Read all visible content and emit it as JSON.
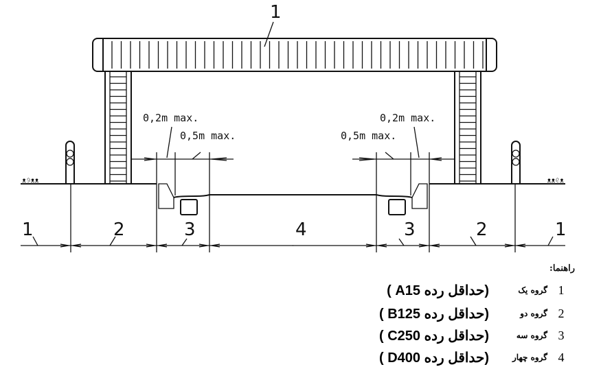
{
  "diagram": {
    "callout_top": "1",
    "dim_left": {
      "small": "0,2m max.",
      "large": "0,5m max."
    },
    "dim_right": {
      "small": "0,2m max.",
      "large": "0,5m max."
    },
    "zones": [
      "1",
      "2",
      "3",
      "4",
      "3",
      "2",
      "1"
    ]
  },
  "legend": {
    "title": "راهنما:",
    "rows": [
      {
        "num": "1",
        "group": "گروه یک",
        "class": "(حداقل رده A15 )"
      },
      {
        "num": "2",
        "group": "گروه دو",
        "class": "(حداقل رده B125 )"
      },
      {
        "num": "3",
        "group": "گروه سه",
        "class": "(حداقل رده C250 )"
      },
      {
        "num": "4",
        "group": "گروه چهار",
        "class": "(حداقل رده D400 )"
      }
    ]
  }
}
